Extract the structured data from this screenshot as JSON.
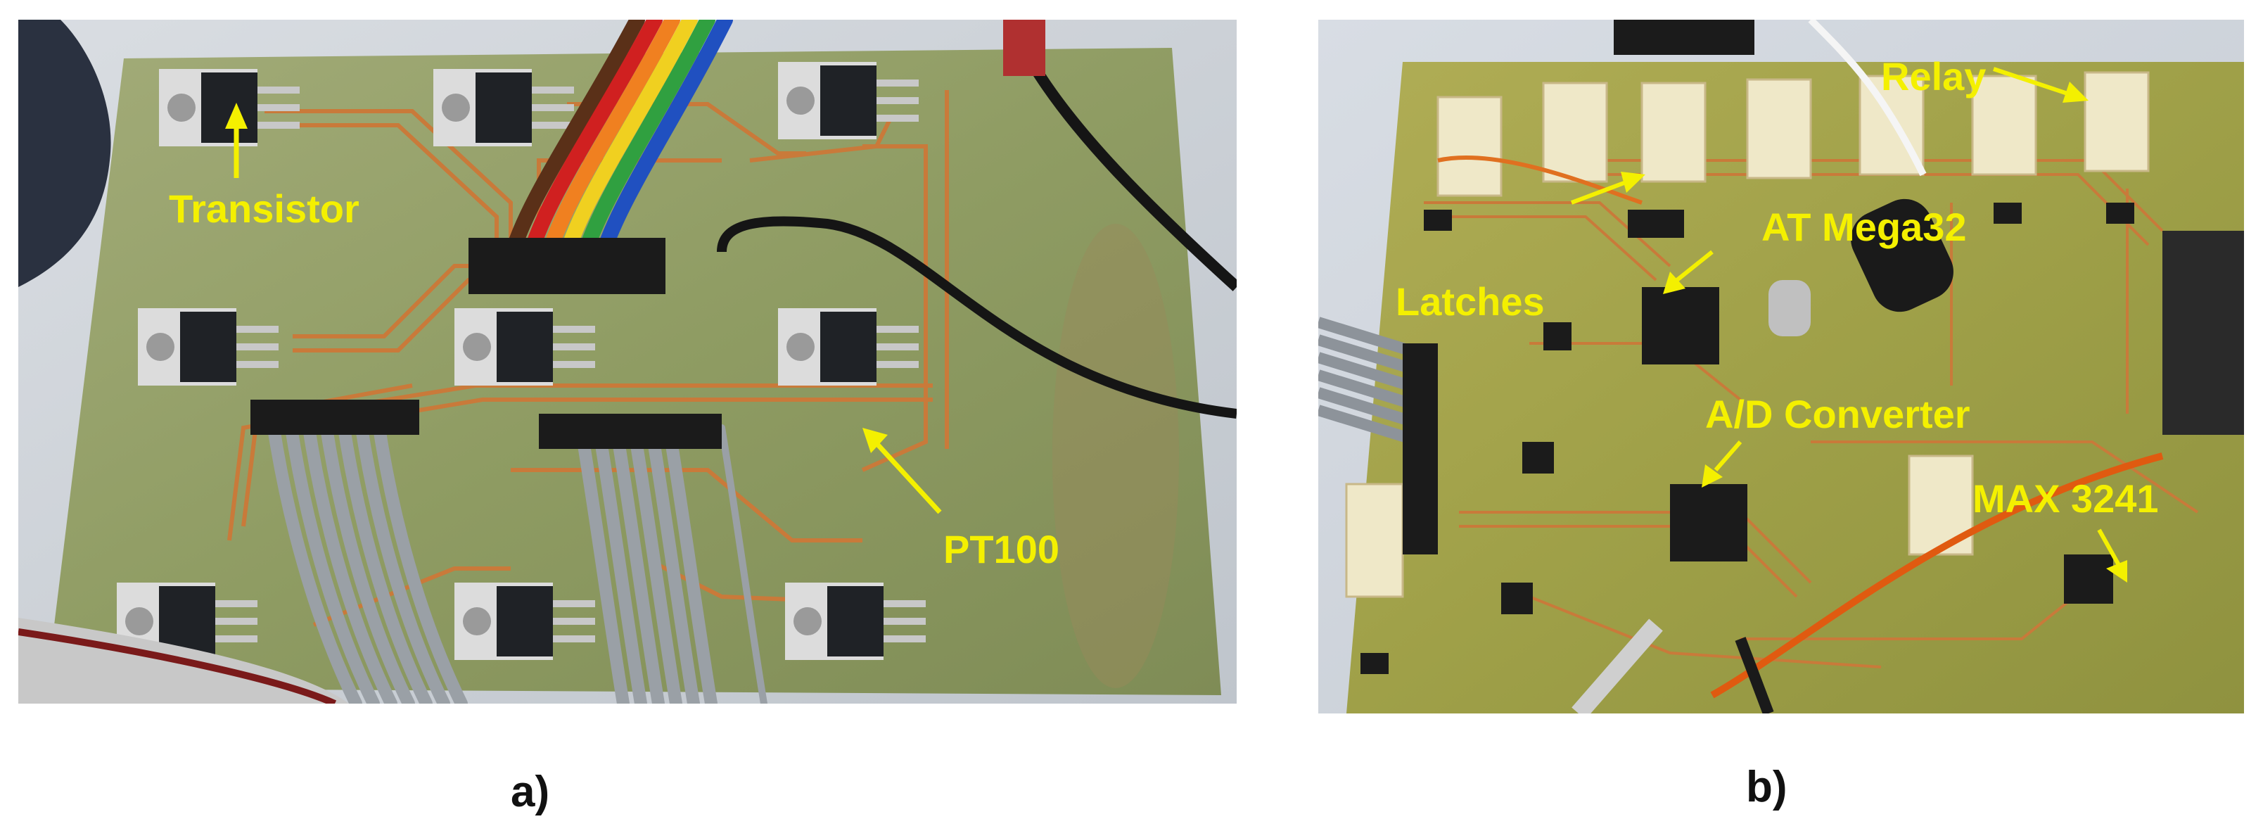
{
  "figure": {
    "panel_a": {
      "caption": "a)",
      "labels": {
        "transistor": "Transistor",
        "pt100": "PT100"
      }
    },
    "panel_b": {
      "caption": "b)",
      "labels": {
        "relay": "Relay",
        "at_mega32": "AT Mega32",
        "latches": "Latches",
        "ad_converter": "A/D Converter",
        "max3241": "MAX 3241"
      }
    },
    "colors": {
      "label_yellow": "#f4f000",
      "pcb_green": "#8f9c63",
      "pcb_b_green": "#9fa048",
      "copper_trace": "#c97a3a"
    }
  }
}
